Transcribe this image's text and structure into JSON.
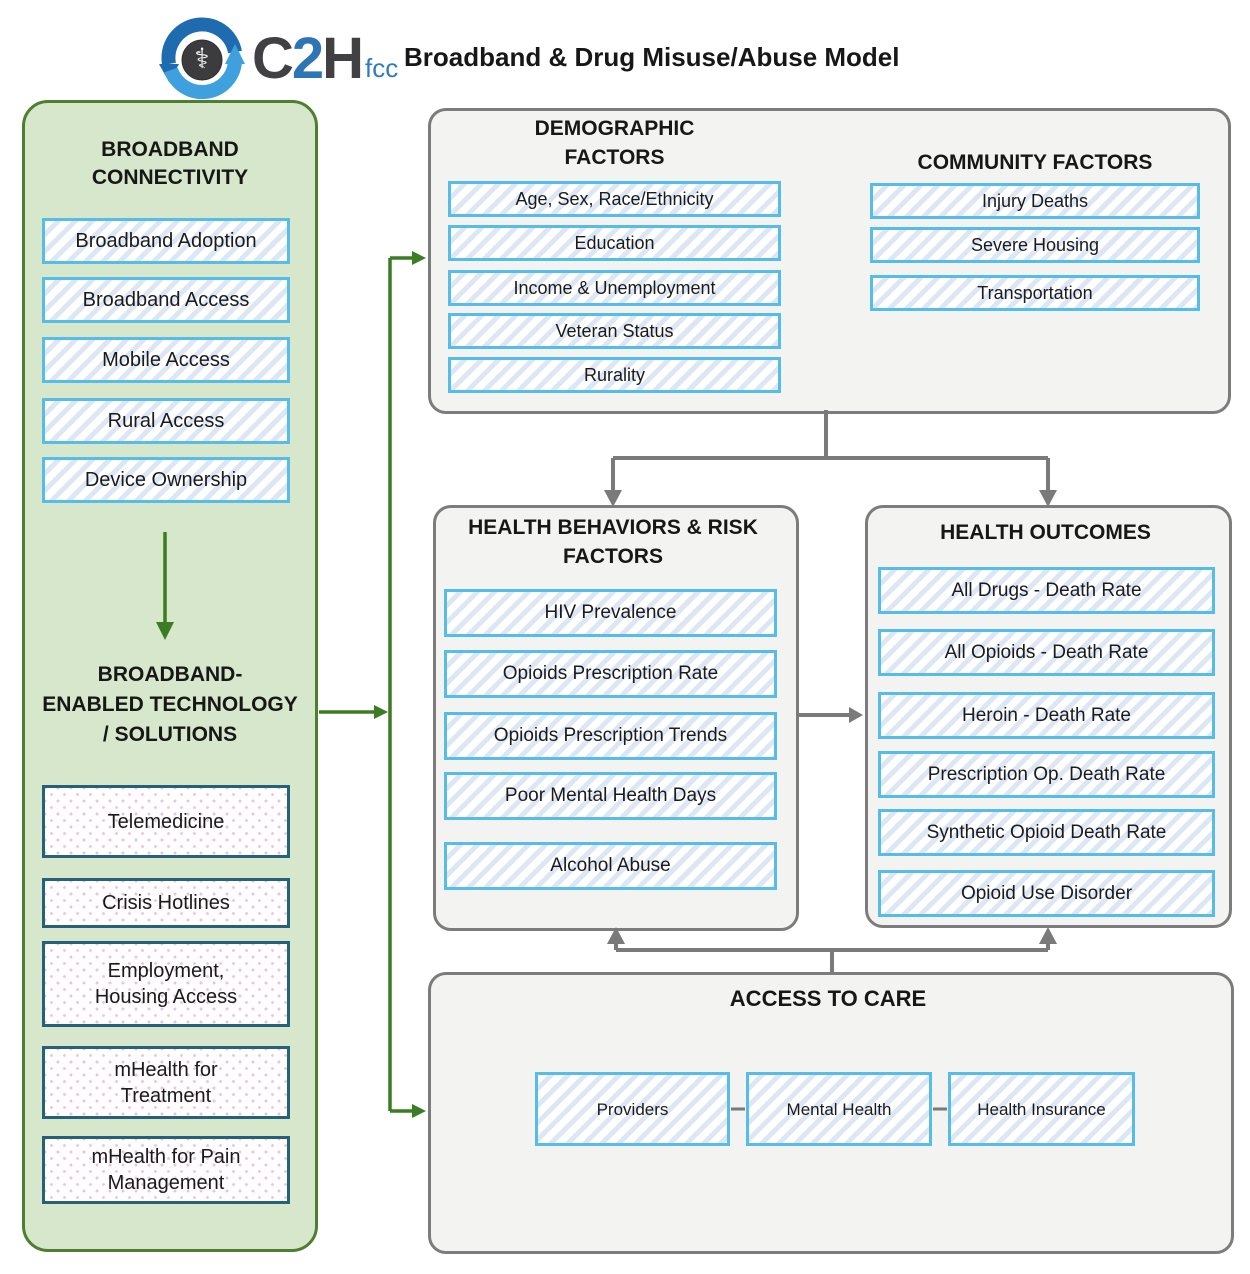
{
  "header": {
    "logo": {
      "c": "C",
      "two": "2",
      "h": "H",
      "sub": "fcc"
    },
    "title": "Broadband & Drug Misuse/Abuse Model"
  },
  "panels": {
    "connectivity": {
      "title": "BROADBAND\nCONNECTIVITY",
      "items": [
        "Broadband Adoption",
        "Broadband Access",
        "Mobile Access",
        "Rural Access",
        "Device Ownership"
      ]
    },
    "enabled": {
      "title": "BROADBAND-\nENABLED TECHNOLOGY\n/ SOLUTIONS",
      "items": [
        "Telemedicine",
        "Crisis Hotlines",
        "Employment,\nHousing Access",
        "mHealth for\nTreatment",
        "mHealth for Pain\nManagement"
      ]
    }
  },
  "sections": {
    "demographic": {
      "title": "DEMOGRAPHIC\nFACTORS",
      "items": [
        "Age, Sex, Race/Ethnicity",
        "Education",
        "Income & Unemployment",
        "Veteran Status",
        "Rurality"
      ]
    },
    "community": {
      "title": "COMMUNITY FACTORS",
      "items": [
        "Injury Deaths",
        "Severe Housing",
        "Transportation"
      ]
    },
    "behaviors": {
      "title": "HEALTH BEHAVIORS & RISK\nFACTORS",
      "items": [
        "HIV Prevalence",
        "Opioids Prescription Rate",
        "Opioids Prescription Trends",
        "Poor Mental Health Days",
        "Alcohol Abuse"
      ]
    },
    "outcomes": {
      "title": "HEALTH OUTCOMES",
      "items": [
        "All Drugs - Death Rate",
        "All Opioids - Death Rate",
        "Heroin - Death Rate",
        "Prescription Op. Death Rate",
        "Synthetic Opioid Death Rate",
        "Opioid Use Disorder"
      ]
    },
    "access": {
      "title": "ACCESS TO CARE",
      "items": [
        "Providers",
        "Mental Health",
        "Health Insurance"
      ]
    }
  },
  "colors": {
    "panel_green_fill": "#d6e7cb",
    "panel_green_border": "#4e7e2f",
    "arrow_green": "#3b7d23",
    "hatch_border": "#56bde8",
    "hatch_stripe": "#dce7f3",
    "dotted_border": "#26617b",
    "dotted_dot": "#eac9e0",
    "section_fill": "#f3f3f2",
    "section_border": "#7c7c7c",
    "arrow_gray": "#7a7a7a",
    "logo_dark_blue": "#1e6bb0",
    "logo_light_blue": "#3ea1de",
    "logo_gray": "#414042",
    "logo_accent_blue": "#2e75b6"
  }
}
